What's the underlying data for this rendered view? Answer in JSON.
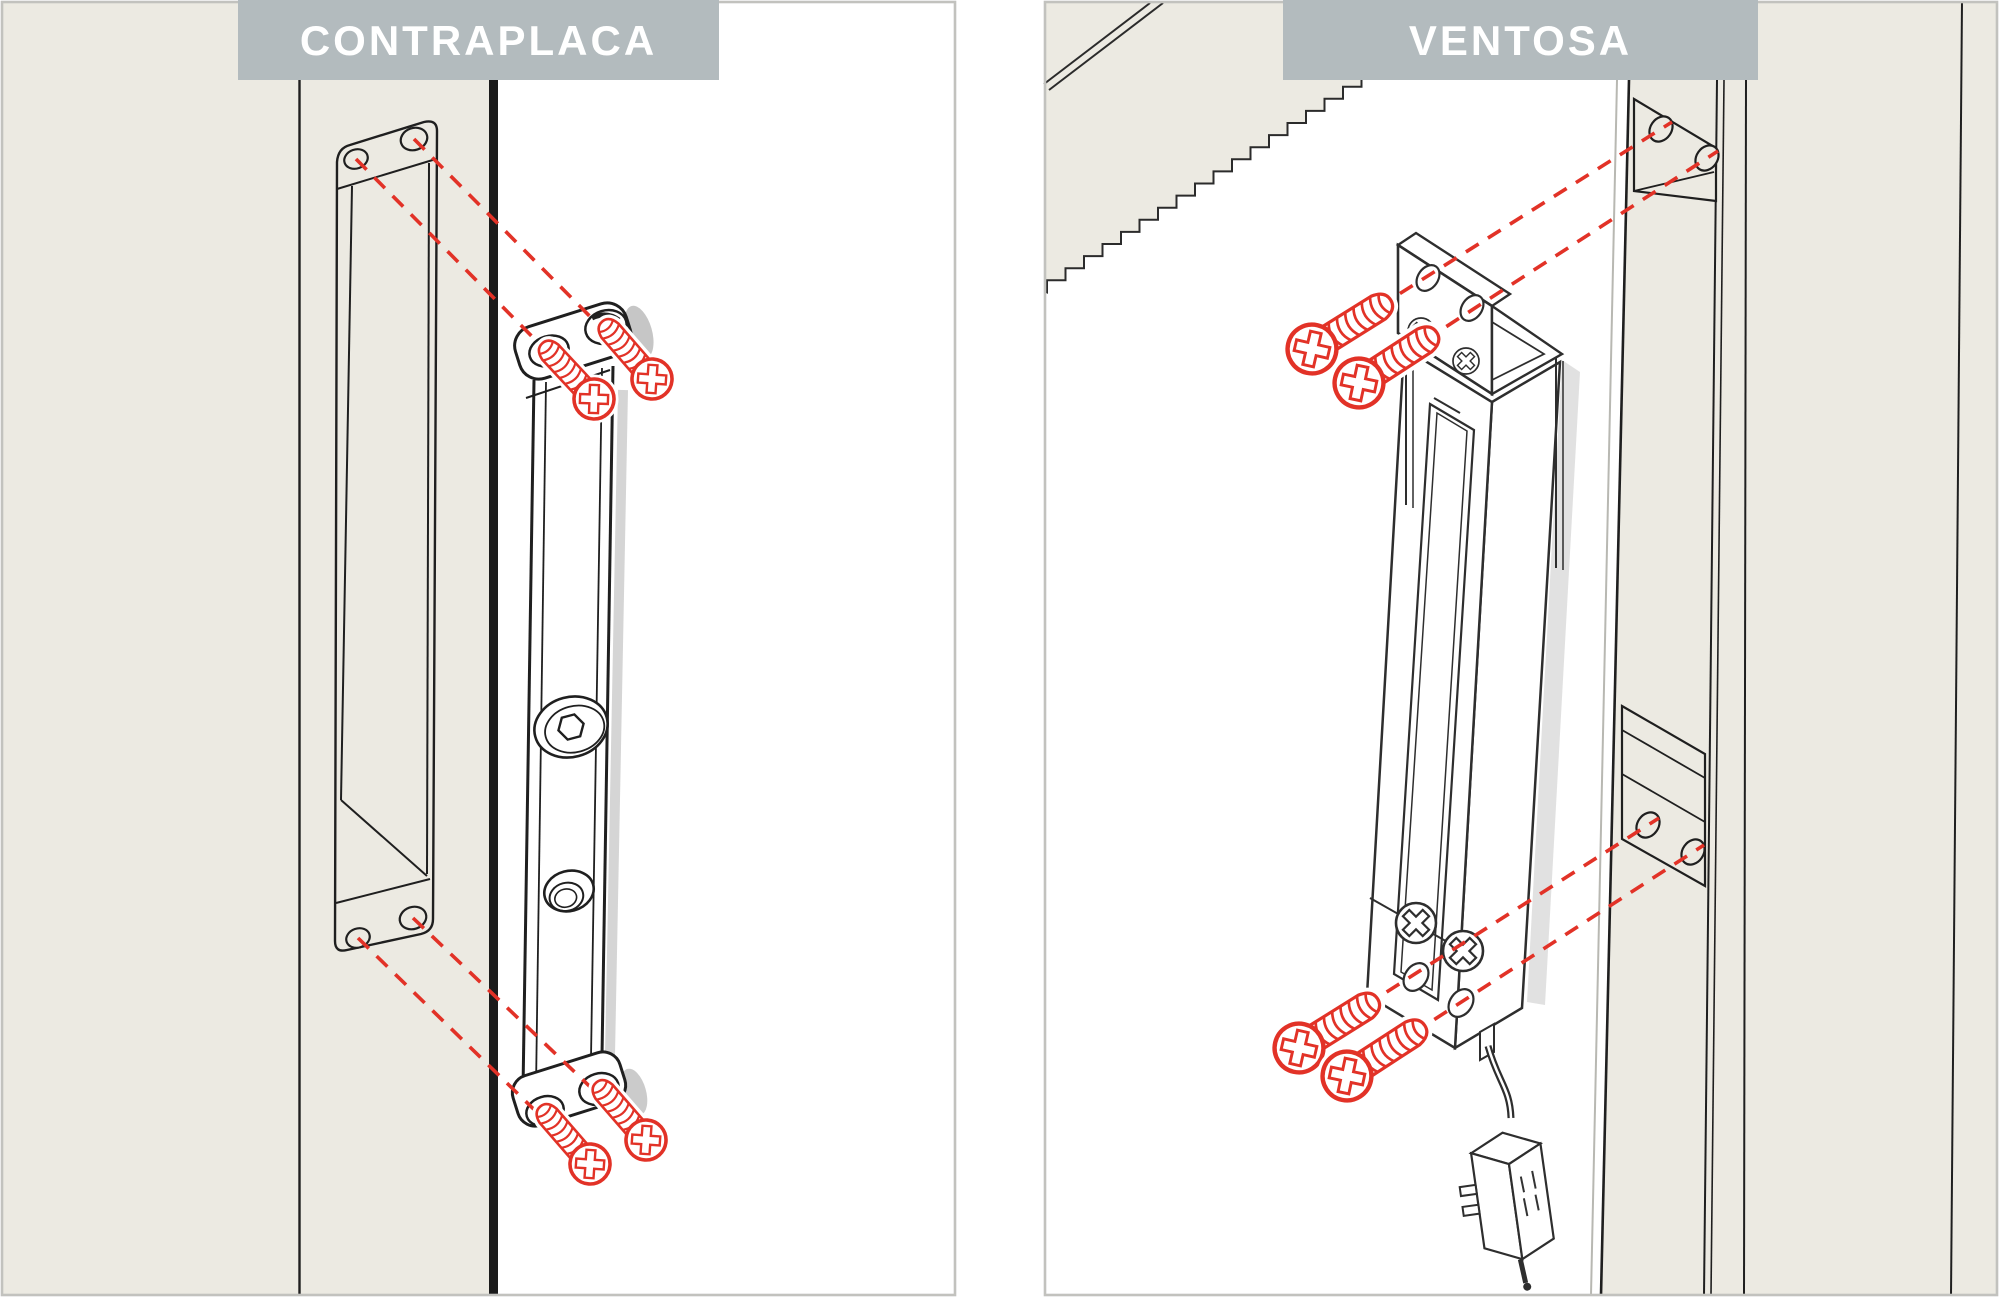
{
  "document_type": "hardware-installation-diagram",
  "panels": [
    {
      "id": "contraplaca",
      "label": "CONTRAPLACA"
    },
    {
      "id": "ventosa",
      "label": "VENTOSA"
    }
  ],
  "colors": {
    "background": "#FFFFFF",
    "frame_surface": "#ECEAE2",
    "banner_background": "#B3BBBE",
    "banner_text": "#FFFFFF",
    "outline": "#1F1F1F",
    "hardware_accent_red": "#E23227",
    "panel_border_gray": "#C2C2BE"
  }
}
